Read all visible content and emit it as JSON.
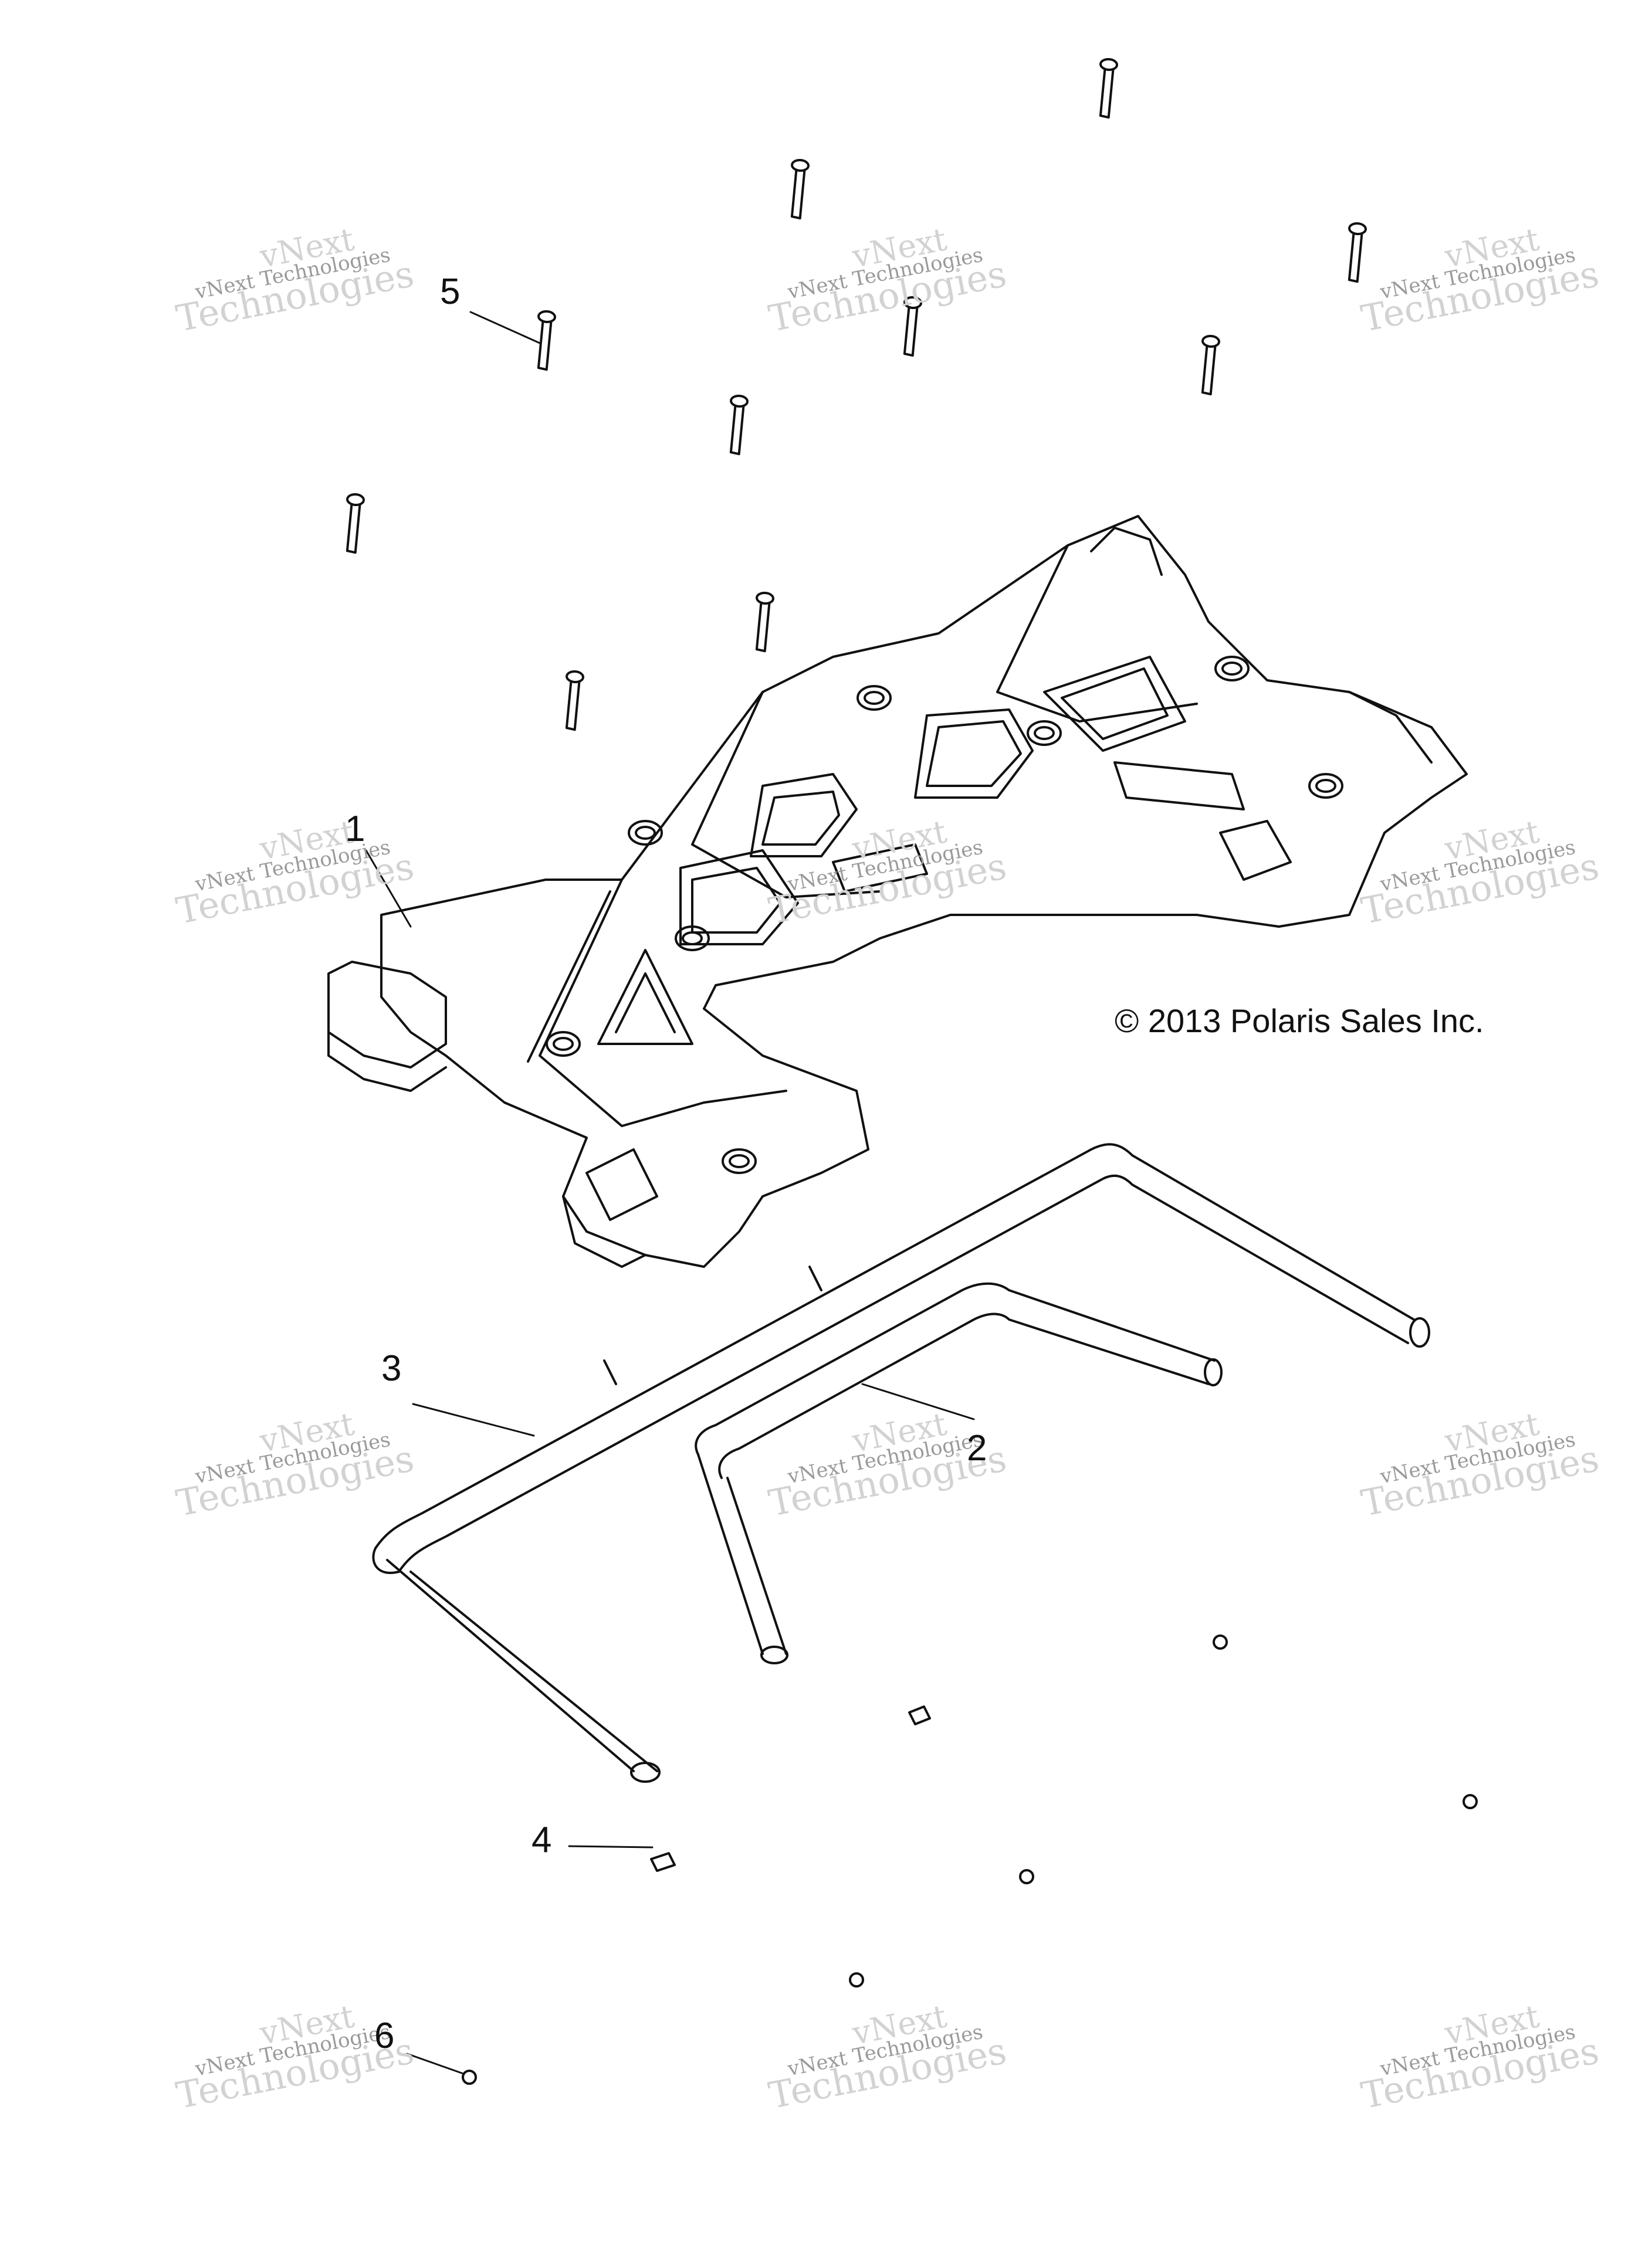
{
  "copyright": "© 2013 Polaris Sales Inc.",
  "watermark": {
    "line1": "vNext",
    "line2": "vNext Technologies",
    "line3": "Technologies"
  },
  "callouts": {
    "c1": "1",
    "c2": "2",
    "c3": "3",
    "c4": "4",
    "c5": "5",
    "c6": "6"
  },
  "colors": {
    "line": "#111111",
    "watermark": "#d2d2d2",
    "background": "#ffffff"
  }
}
